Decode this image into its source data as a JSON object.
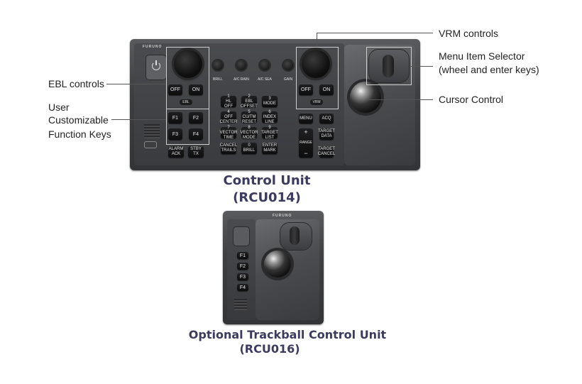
{
  "labels": {
    "vrm": "VRM controls",
    "menu_line1": "Menu Item Selector",
    "menu_line2": "(wheel and enter keys)",
    "cursor": "Cursor Control",
    "ebl": "EBL controls",
    "user_line1": "User",
    "user_line2": "Customizable",
    "user_line3": "Function Keys"
  },
  "captions": {
    "control_unit": "Control Unit",
    "control_unit_model": "(RCU014)",
    "trackball_unit": "Optional Trackball Control Unit",
    "trackball_unit_model": "(RCU016)"
  },
  "rcu014": {
    "brand": "FURUNO",
    "small_knobs": [
      "BRILL",
      "A/C RAIN",
      "A/C SEA",
      "GAIN"
    ],
    "ebl_keys": [
      "OFF",
      "ON"
    ],
    "ebl_label": "EBL",
    "vrm_keys": [
      "OFF",
      "ON"
    ],
    "vrm_label": "VRM",
    "function_keys": [
      "F1",
      "F2",
      "F3",
      "F4"
    ],
    "bottom_left_keys": [
      {
        "line1": "ALARM",
        "line2": "ACK"
      },
      {
        "line1": "STBY",
        "line2": "TX"
      }
    ],
    "numpad": [
      {
        "n": "1",
        "t1": "HL",
        "t2": "OFF"
      },
      {
        "n": "2",
        "t1": "EBL",
        "t2": "OFFSET"
      },
      {
        "n": "3",
        "t1": "MODE",
        "t2": ""
      },
      {
        "n": "4",
        "t1": "OFF",
        "t2": "CENTER"
      },
      {
        "n": "5",
        "t1": "CU/TM",
        "t2": "RESET"
      },
      {
        "n": "6",
        "t1": "INDEX",
        "t2": "LINE"
      },
      {
        "n": "7",
        "t1": "VECTOR",
        "t2": "TIME"
      },
      {
        "n": "8",
        "t1": "VECTOR",
        "t2": "MODE"
      },
      {
        "n": "9",
        "t1": "TARGET",
        "t2": "LIST"
      },
      {
        "n": "",
        "t1": "CANCEL",
        "t2": "TRAILS"
      },
      {
        "n": "0",
        "t1": "BRILL",
        "t2": ""
      },
      {
        "n": "",
        "t1": "ENTER",
        "t2": "MARK"
      }
    ],
    "right_keys": {
      "menu": "MENU",
      "acq": "ACQ",
      "range_plus": "+",
      "range": "RANGE",
      "range_minus": "−",
      "target_data_1": "TARGET",
      "target_data_2": "DATA",
      "target_cancel_1": "TARGET",
      "target_cancel_2": "CANCEL"
    }
  },
  "rcu016": {
    "brand": "FURUNO",
    "function_keys": [
      "F1",
      "F2",
      "F3",
      "F4"
    ]
  }
}
